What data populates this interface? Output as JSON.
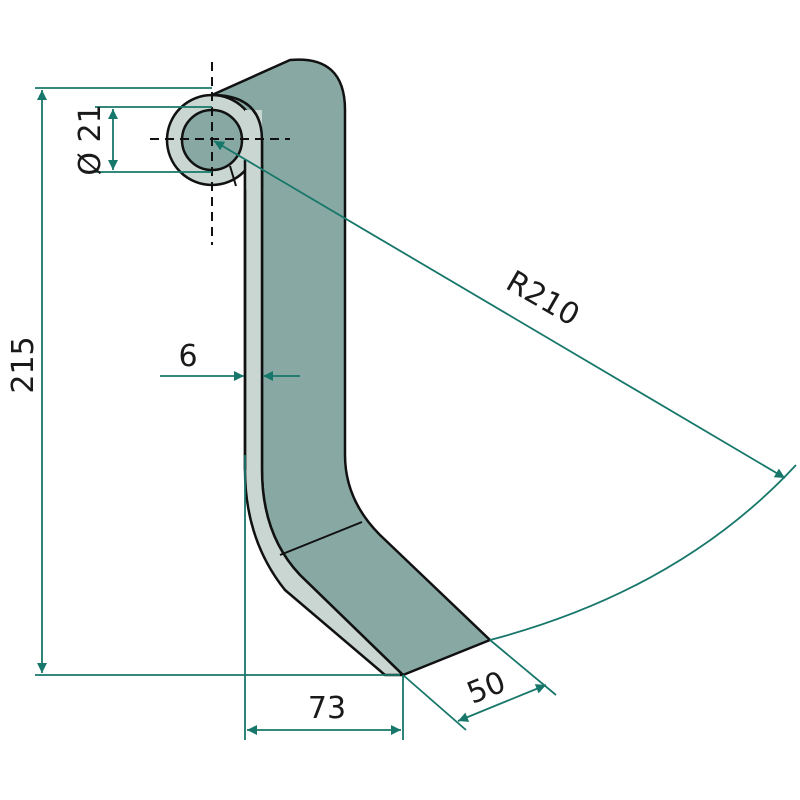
{
  "dimensions": {
    "height": "215",
    "bore": "Ø 21",
    "thickness": "6",
    "width": "73",
    "tip": "50",
    "radius": "R210"
  },
  "colors": {
    "body": "#87a8a3",
    "edge": "#c9d6d2",
    "dimension": "#17776a",
    "outline": "#111111"
  }
}
